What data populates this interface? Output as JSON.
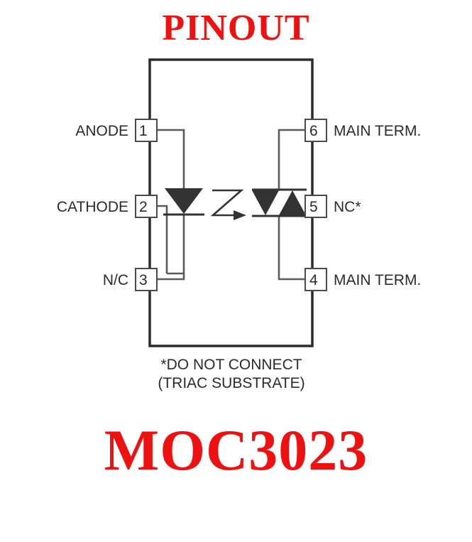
{
  "header": {
    "title": "PINOUT",
    "title_color": "#ee1111"
  },
  "footer": {
    "part_number": "MOC3023",
    "part_number_color": "#ee1111"
  },
  "diagram": {
    "body_outline_color": "#2b2b2b",
    "wire_color": "#5a5a5a",
    "symbol_fill": "#333333",
    "left_pins": [
      {
        "number": "1",
        "label": "ANODE"
      },
      {
        "number": "2",
        "label": "CATHODE"
      },
      {
        "number": "3",
        "label": "N/C"
      }
    ],
    "right_pins": [
      {
        "number": "6",
        "label": "MAIN TERM."
      },
      {
        "number": "5",
        "label": "NC*"
      },
      {
        "number": "4",
        "label": "MAIN TERM."
      }
    ],
    "symbols": {
      "led": "led-diode-symbol",
      "light_arrow": "light-coupling-arrow-icon",
      "triac": "triac-symbol"
    },
    "footnote": {
      "line1": "*DO NOT CONNECT",
      "line2": "(TRIAC SUBSTRATE)"
    }
  }
}
